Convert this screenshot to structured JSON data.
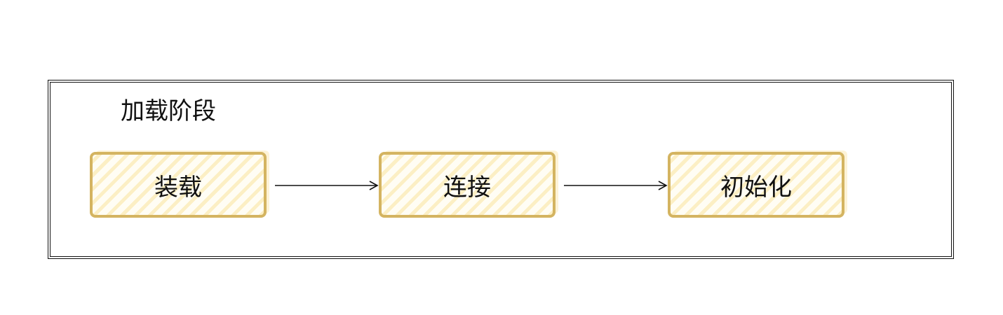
{
  "diagram": {
    "group_title": "加载阶段",
    "steps": [
      {
        "label": "装载"
      },
      {
        "label": "连接"
      },
      {
        "label": "初始化"
      }
    ]
  },
  "colors": {
    "node_border": "#d4b461",
    "node_hatch": "#fcefc4",
    "frame_border": "#111111",
    "text": "#111111"
  }
}
